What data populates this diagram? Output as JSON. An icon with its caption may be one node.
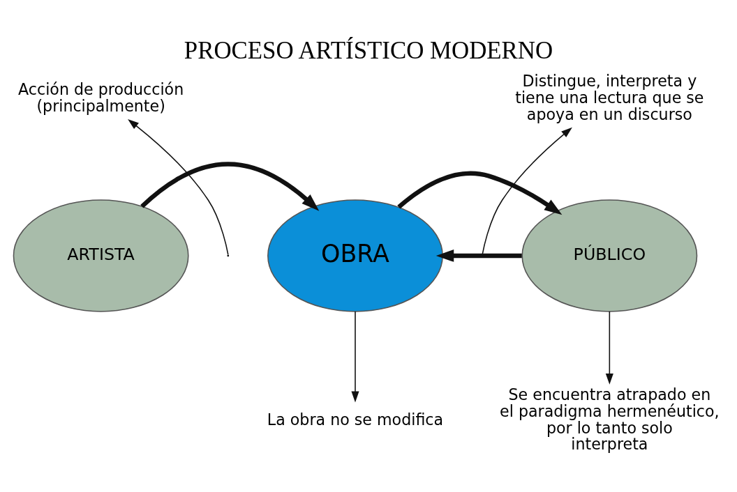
{
  "diagram": {
    "title": "PROCESO ARTÍSTICO MODERNO",
    "nodes": [
      {
        "text": [
          "ARTISTA"
        ]
      },
      {
        "text": [
          "OBRA"
        ]
      },
      {
        "text": [
          "PÚBLICO"
        ]
      },
      {
        "text": [
          "Acción de producción (principalmente)"
        ]
      },
      {
        "text": [
          "Distingue, interpreta y tiene una lectura que se apoya en un discurso"
        ]
      },
      {
        "text": [
          "La obra no se modifica"
        ]
      },
      {
        "text": [
          "Se encuentra atrapado en el paradigma hermenéutico, por lo tanto solo interpreta"
        ]
      }
    ],
    "edges": [
      {
        "from": 0,
        "to": 1,
        "arrow": "to",
        "style": "thick"
      },
      {
        "from": null,
        "to": 3,
        "arrow": "to"
      },
      {
        "from": 1,
        "to": 2,
        "arrow": "to",
        "style": "thick"
      },
      {
        "from": 2,
        "to": 1,
        "arrow": "to",
        "style": "thick"
      },
      {
        "from": null,
        "to": 4,
        "arrow": "to"
      },
      {
        "from": 1,
        "to": 5,
        "arrow": "to"
      },
      {
        "from": 2,
        "to": 6,
        "arrow": "to"
      }
    ]
  }
}
